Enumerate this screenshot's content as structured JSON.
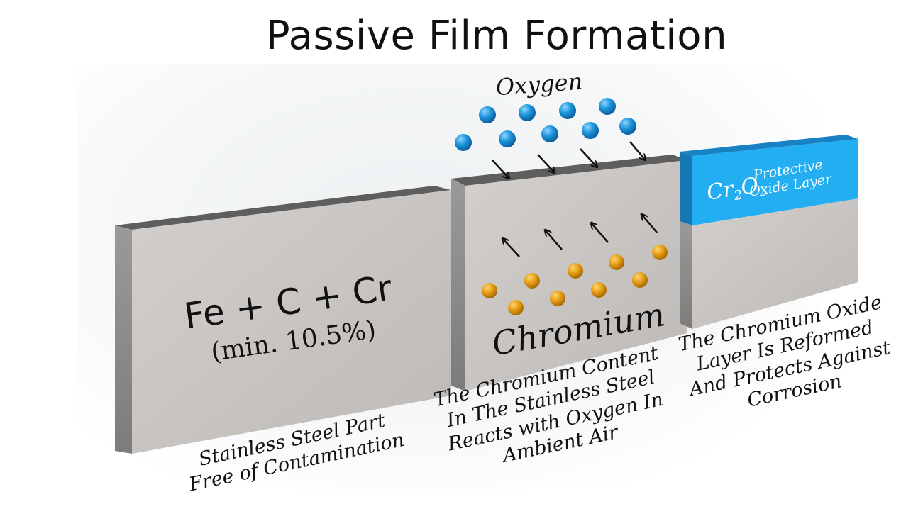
{
  "title": "Passive Film Formation",
  "oxygen_label": "Oxygen",
  "block1": {
    "formula": "Fe + C + Cr",
    "note": "(min. 10.5%)",
    "caption_lines": [
      "Stainless Steel Part",
      "Free of Contamination"
    ]
  },
  "block2": {
    "label": "Chromium",
    "caption_lines": [
      "The Chromium Content",
      "In The Stainless Steel",
      "Reacts with Oxygen In",
      "Ambient Air"
    ]
  },
  "block3": {
    "formula_main": "Cr",
    "formula_sub1": "2",
    "formula_o": "O",
    "formula_sub2": "3",
    "layer_line1": "Protective",
    "layer_line2": "Oxide Layer",
    "caption_lines": [
      "The Chromium Oxide",
      "Layer Is Reformed",
      "And Protects Against",
      "Corrosion"
    ]
  },
  "colors": {
    "steel_front": "#c9c5c2",
    "steel_top": "#5c5c5c",
    "steel_side": "#8f8f8f",
    "oxide_layer": "#1fa6e6",
    "oxygen_atom": "#1a8fd6",
    "chromium_atom": "#e09a10"
  }
}
